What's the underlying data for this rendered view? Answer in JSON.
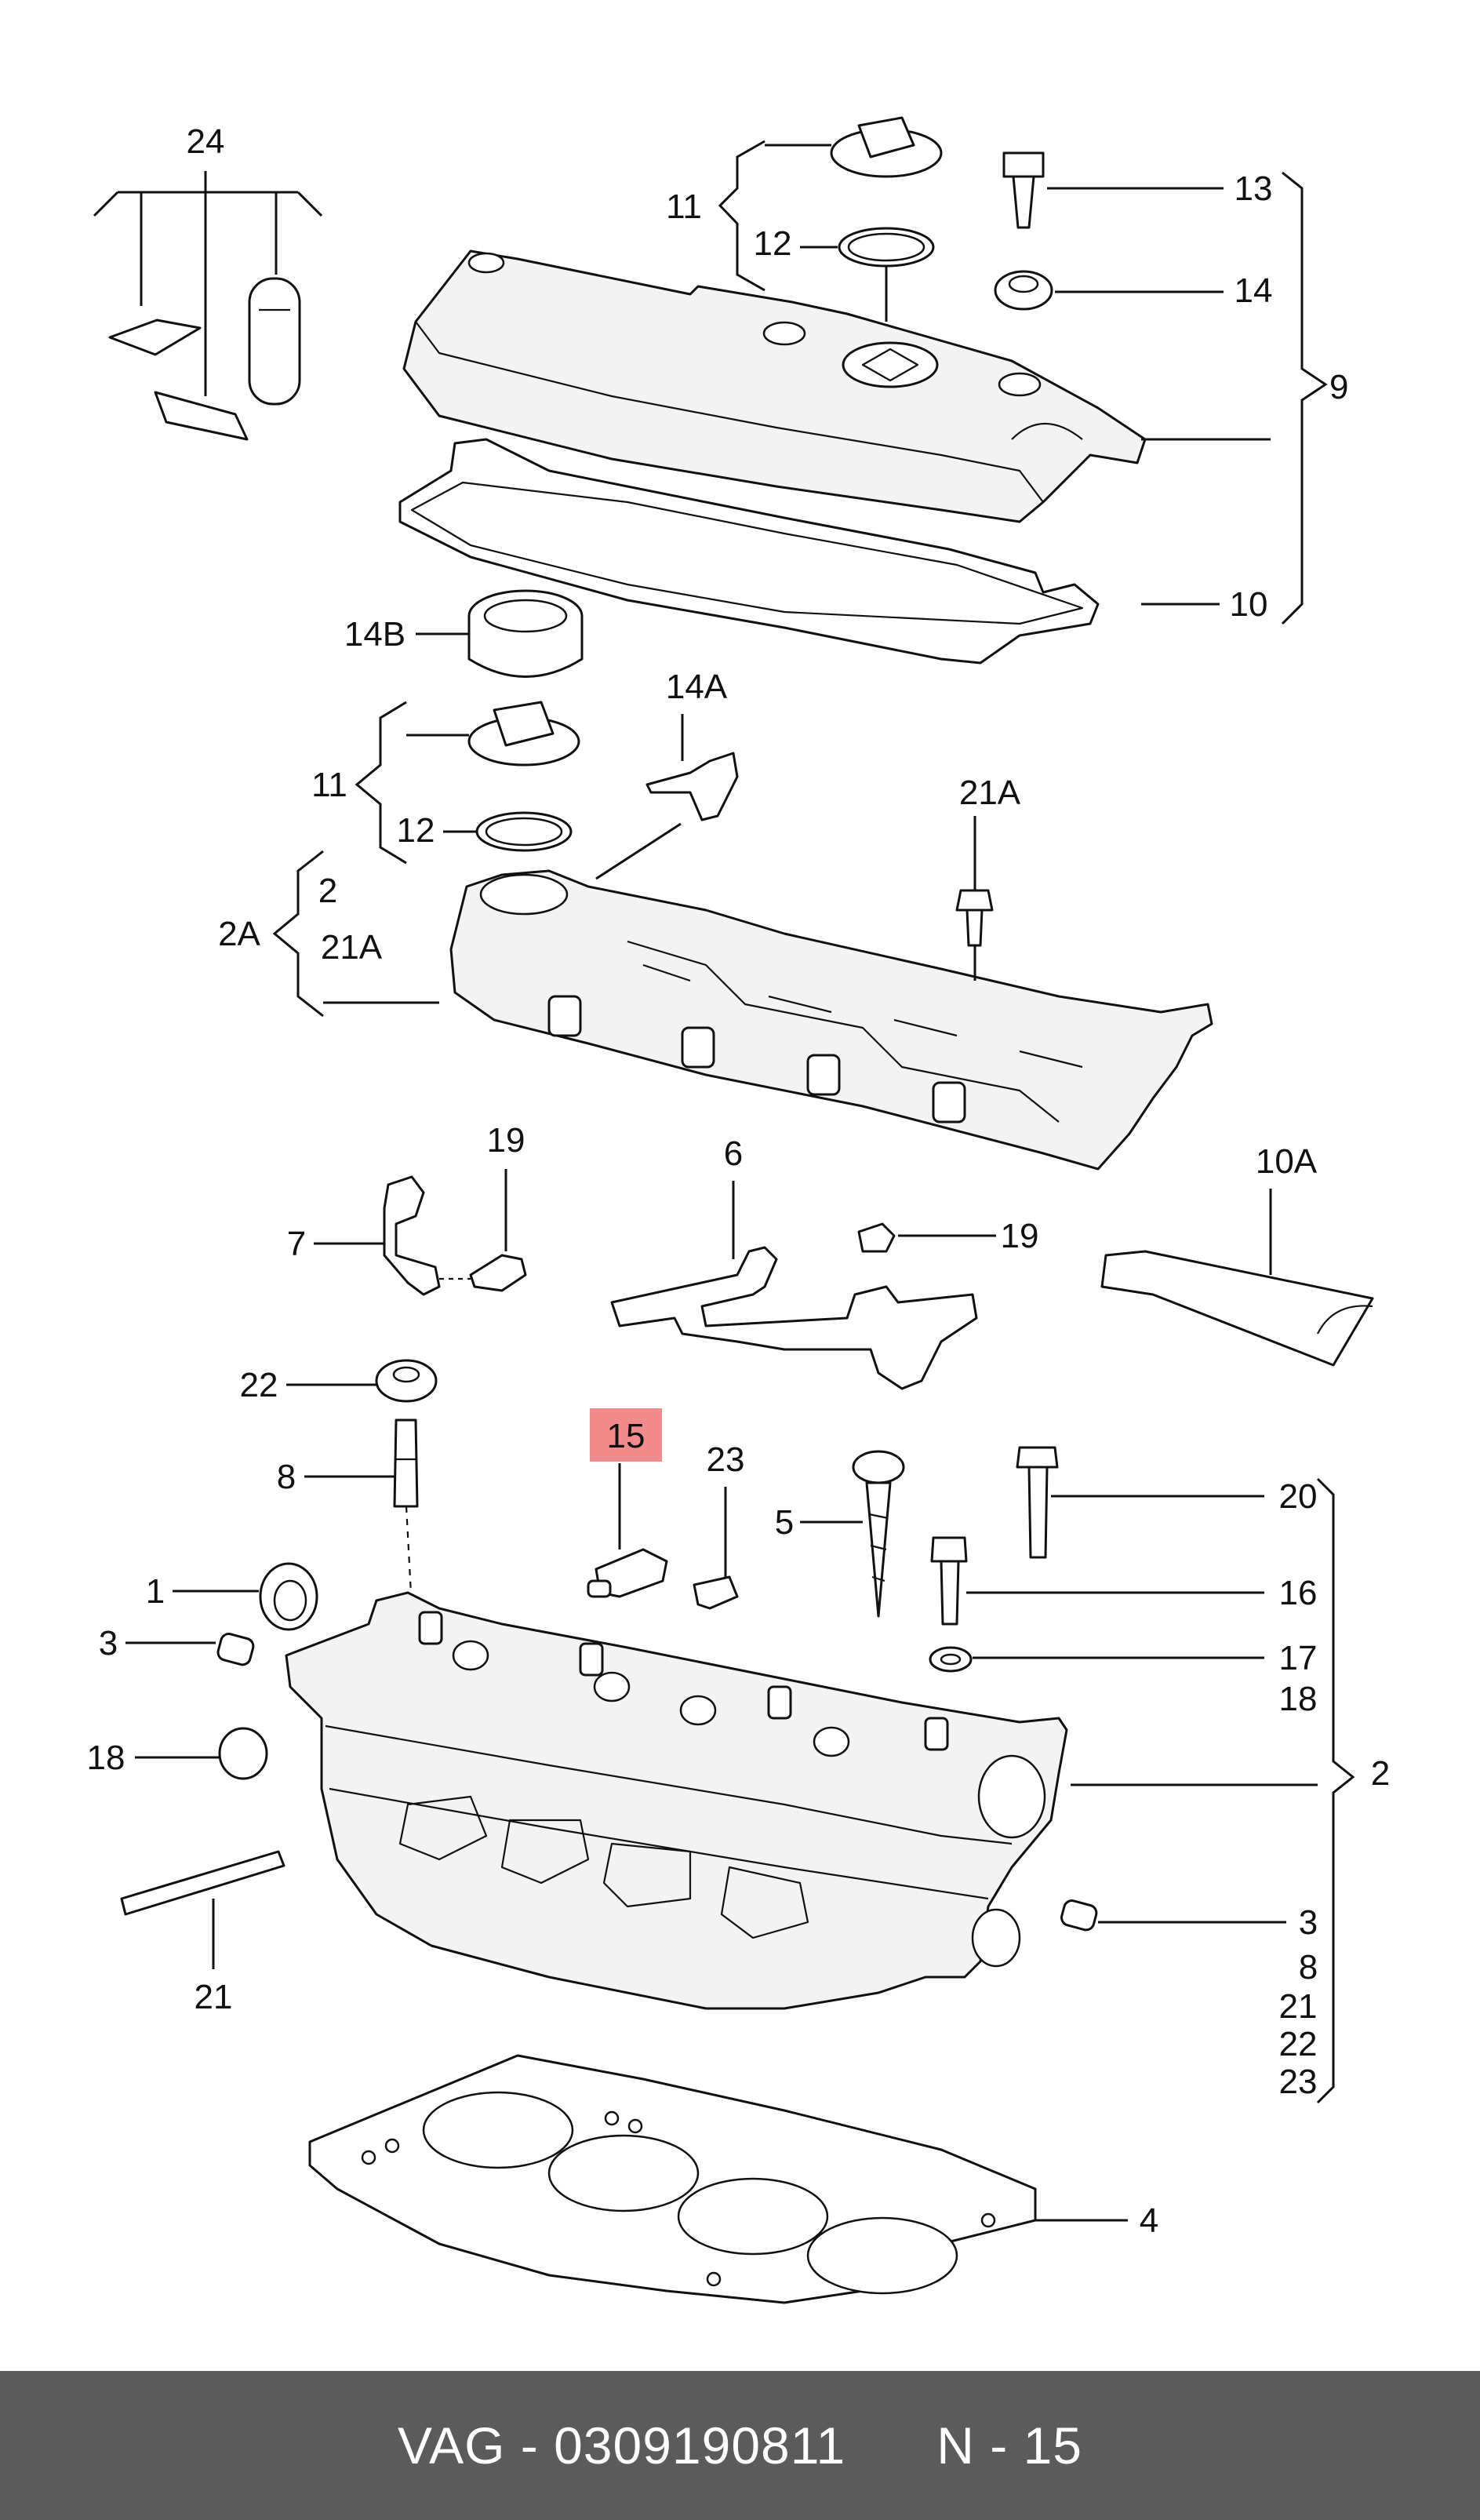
{
  "diagram": {
    "labels": {
      "l24": "24",
      "l11a": "11",
      "l12a": "12",
      "l13": "13",
      "l14": "14",
      "l9": "9",
      "l10": "10",
      "l14B": "14B",
      "l11b": "11",
      "l12b": "12",
      "l14A": "14A",
      "l21A_top": "21A",
      "l2A": "2A",
      "l2_sub": "2",
      "l21A_sub": "21A",
      "l19a": "19",
      "l7": "7",
      "l6": "6",
      "l19b": "19",
      "l10A": "10A",
      "l22": "22",
      "l8": "8",
      "l15": "15",
      "l23": "23",
      "l5": "5",
      "l20": "20",
      "l1": "1",
      "l3a": "3",
      "l16": "16",
      "l17": "17",
      "l18a": "18",
      "l18b": "18",
      "l2": "2",
      "l3b": "3",
      "l8b": "8",
      "l21b": "21",
      "l22b": "22",
      "l23b": "23",
      "l21": "21",
      "l4": "4"
    },
    "highlight": {
      "part": "15",
      "color": "#f28b8b"
    }
  },
  "footer": {
    "text": "VAG - 0309190811      N - 15",
    "background": "#5b5b5b",
    "color": "#ffffff"
  }
}
